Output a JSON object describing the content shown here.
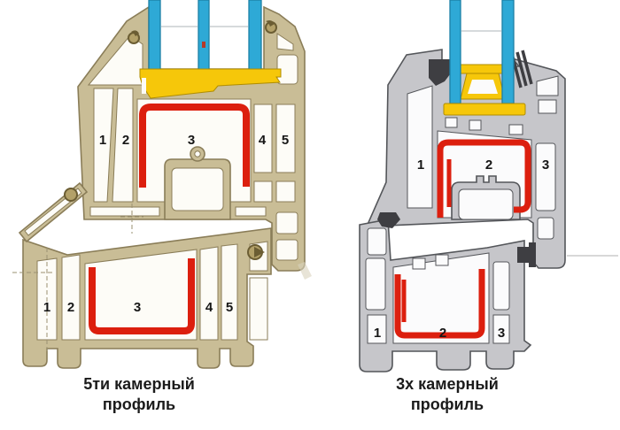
{
  "colors": {
    "glass": "#2EA9D6",
    "glazing_block": "#F6C70A",
    "reinforcement": "#DC1F0E",
    "pvc_left": "#C9BD96",
    "pvc_right": "#C6C6CA",
    "gasket_dark": "#3E3E42"
  },
  "left_profile": {
    "caption_line1": "5ти камерный",
    "caption_line2": "профиль",
    "upper_chambers": [
      "1",
      "2",
      "3",
      "4",
      "5"
    ],
    "lower_chambers": [
      "1",
      "2",
      "3",
      "4",
      "5"
    ]
  },
  "right_profile": {
    "caption_line1": "3х камерный",
    "caption_line2": "профиль",
    "upper_chambers": [
      "1",
      "2",
      "3"
    ],
    "lower_chambers": [
      "1",
      "2",
      "3"
    ]
  }
}
